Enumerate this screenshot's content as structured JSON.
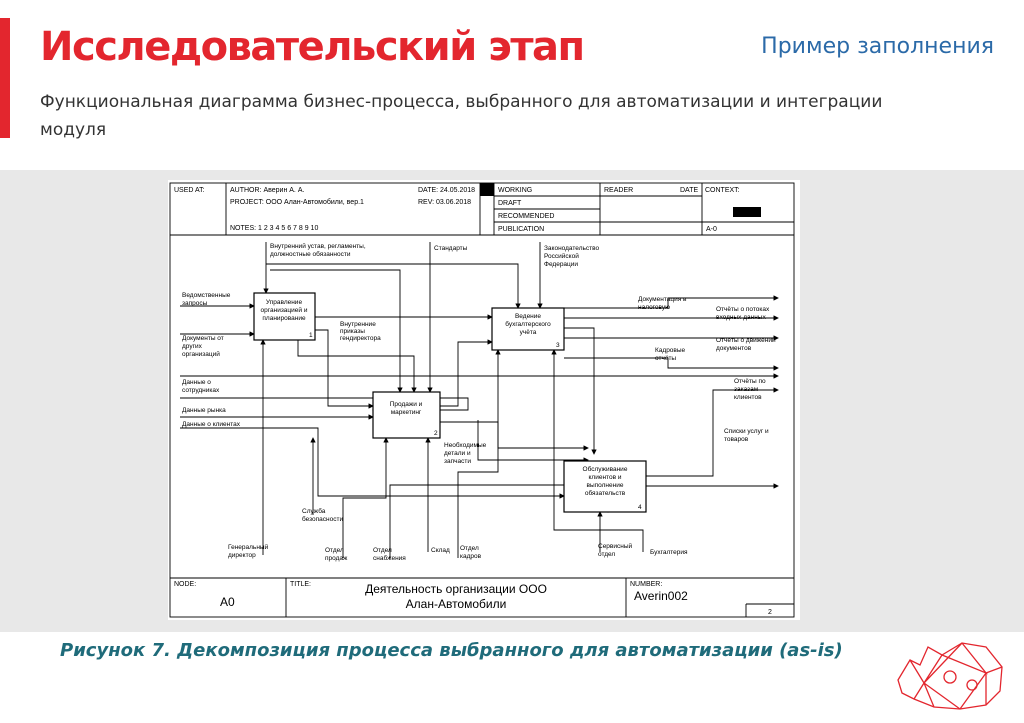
{
  "slide": {
    "title": "Исследовательский этап",
    "example_label": "Пример заполнения",
    "subtitle": "Функциональная диаграмма бизнес-процесса, выбранного для автоматизации и интеграции модуля",
    "caption": "Рисунок 7. Декомпозиция процесса выбранного для автоматизации (as-is)"
  },
  "idef0_header": {
    "used_at": "USED AT:",
    "author": "AUTHOR: Аверин А. А.",
    "project": "PROJECT: ООО Алан-Автомобили, вер.1",
    "notes": "NOTES: 1 2 3 4 5 6 7 8 9 10",
    "date": "DATE: 24.05.2018",
    "rev": "REV: 03.06.2018",
    "working": "WORKING",
    "draft": "DRAFT",
    "recommended": "RECOMMENDED",
    "publication": "PUBLICATION",
    "reader": "READER",
    "reader_date": "DATE",
    "context": "CONTEXT:",
    "context_node": "A-0"
  },
  "idef0_footer": {
    "node_label": "NODE:",
    "node": "A0",
    "title_label": "TITLE:",
    "title_line1": "Деятельность организации ООО",
    "title_line2": "Алан-Автомобили",
    "number_label": "NUMBER:",
    "number": "Averin002",
    "page": "2"
  },
  "boxes": [
    {
      "id": "1",
      "lines": [
        "Управление",
        "организацией и",
        "планирование"
      ]
    },
    {
      "id": "2",
      "lines": [
        "Продажи и",
        "маркетинг"
      ]
    },
    {
      "id": "3",
      "lines": [
        "Ведение",
        "бухгалтерского",
        "учёта"
      ]
    },
    {
      "id": "4",
      "lines": [
        "Обслуживание",
        "клиентов и",
        "выполнение",
        "обязательств"
      ]
    }
  ],
  "arrow_labels": {
    "controls": {
      "internal_rules": [
        "Внутренний устав, регламенты,",
        "должностные обязанности"
      ],
      "standards": [
        "Стандарты"
      ],
      "legislation": [
        "Законодательство",
        "Российской",
        "Федерации"
      ],
      "internal_orders": [
        "Внутренние",
        "приказы",
        "гендиректора"
      ],
      "spare_parts": [
        "Необходимые",
        "детали и",
        "запчасти"
      ]
    },
    "inputs": {
      "dept_requests": [
        "Ведомственные",
        "запросы"
      ],
      "docs_other_orgs": [
        "Документы от",
        "других",
        "организаций"
      ],
      "employee_data": [
        "Данные о",
        "сотрудниках"
      ],
      "market_data": [
        "Данные рынка"
      ],
      "client_data": [
        "Данные о клиентах"
      ]
    },
    "outputs": {
      "tax_docs": [
        "Документация в",
        "налоговую"
      ],
      "incoming_reports": [
        "Отчёты о потоках",
        "входных данных"
      ],
      "doc_movement": [
        "Отчёты о движении",
        "документов"
      ],
      "hr_reports": [
        "Кадровые",
        "отчёты"
      ],
      "order_reports": [
        "Отчёты по",
        "заказам",
        "клиентов"
      ],
      "service_lists": [
        "Списки услуг и",
        "товаров"
      ]
    },
    "mechanisms": {
      "ceo": [
        "Генеральный",
        "директор"
      ],
      "security": [
        "Служба",
        "безопасности"
      ],
      "sales_dept": [
        "Отдел",
        "продаж"
      ],
      "supply_dept": [
        "Отдел",
        "снабжения"
      ],
      "warehouse": [
        "Склад"
      ],
      "hr_dept": [
        "Отдел",
        "кадров"
      ],
      "service_dept": [
        "Сервисный",
        "отдел"
      ],
      "accounting": [
        "Бухгалтерия"
      ]
    }
  }
}
